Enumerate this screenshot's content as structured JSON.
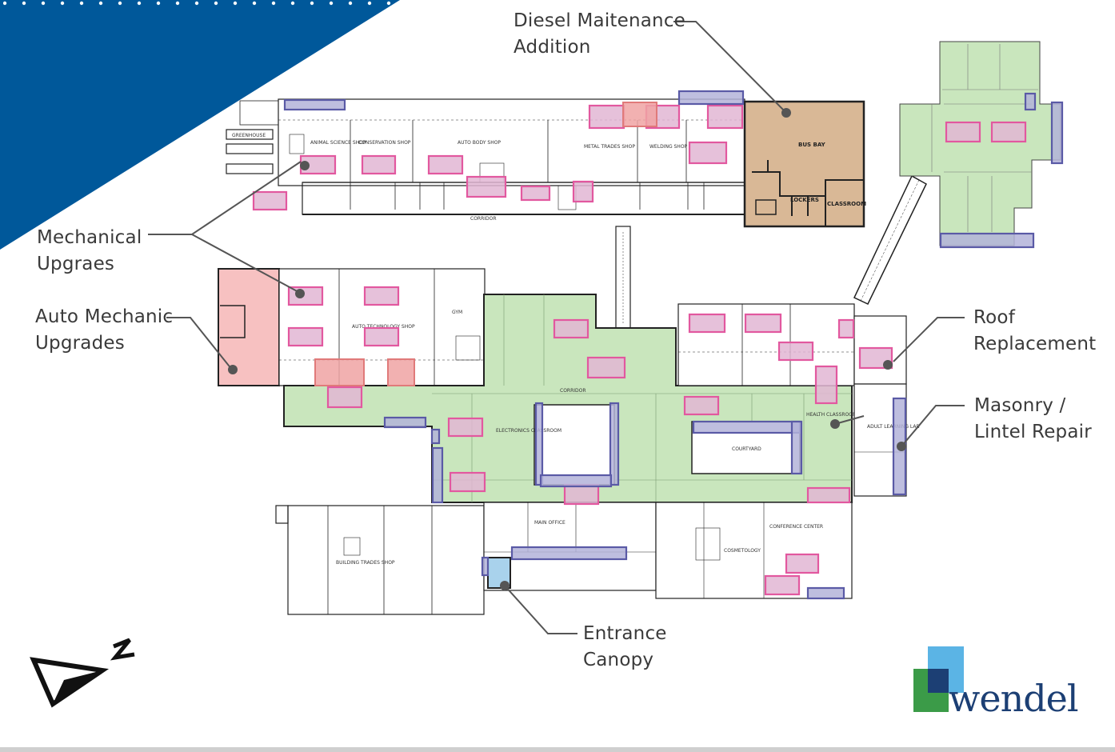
{
  "callouts": {
    "diesel": [
      "Diesel Maitenance",
      "Addition"
    ],
    "mechanical": [
      "Mechanical",
      "Upgraes"
    ],
    "auto_mechanic": [
      "Auto Mechanic",
      "Upgrades"
    ],
    "roof": [
      "Roof",
      "Replacement"
    ],
    "masonry": [
      "Masonry /",
      "Lintel Repair"
    ],
    "entrance": [
      "Entrance",
      "Canopy"
    ]
  },
  "rooms": {
    "bus_bay": "BUS BAY",
    "lockers": "LOCKERS",
    "classroom": "CLASSROOM",
    "courtyard": "COURTYARD",
    "corridor": "CORRIDOR",
    "greenhouse": "GREENHOUSE",
    "animal_science_shop": "ANIMAL SCIENCE SHOP",
    "conservation_shop": "CONSERVATION SHOP",
    "auto_body_shop": "AUTO BODY SHOP",
    "metal_trades_shop": "METAL TRADES SHOP",
    "welding_shop": "WELDING SHOP",
    "auto_technology_shop": "AUTO TECHNOLOGY SHOP",
    "building_trades_shop": "BUILDING TRADES SHOP",
    "cosmetology": "COSMETOLOGY",
    "main_office": "MAIN OFFICE",
    "conference_center": "CONFERENCE CENTER",
    "electronics_classroom": "ELECTRONICS CLASSROOM",
    "health_classroom": "HEALTH CLASSROOM",
    "adult_learning_lab": "ADULT LEARNING LAB",
    "gym": "GYM"
  },
  "brand": {
    "name": "wendel"
  },
  "colors": {
    "banner_blue": "#00589a",
    "scope_pink": "#e2589f",
    "scope_purple": "#5a5aa6",
    "roof_green": "#c9e6bd",
    "addition_tan": "#d9b896",
    "auto_red": "#f7c1c1",
    "canopy_blue": "#a9d2ec",
    "leader_gray": "#555555"
  }
}
